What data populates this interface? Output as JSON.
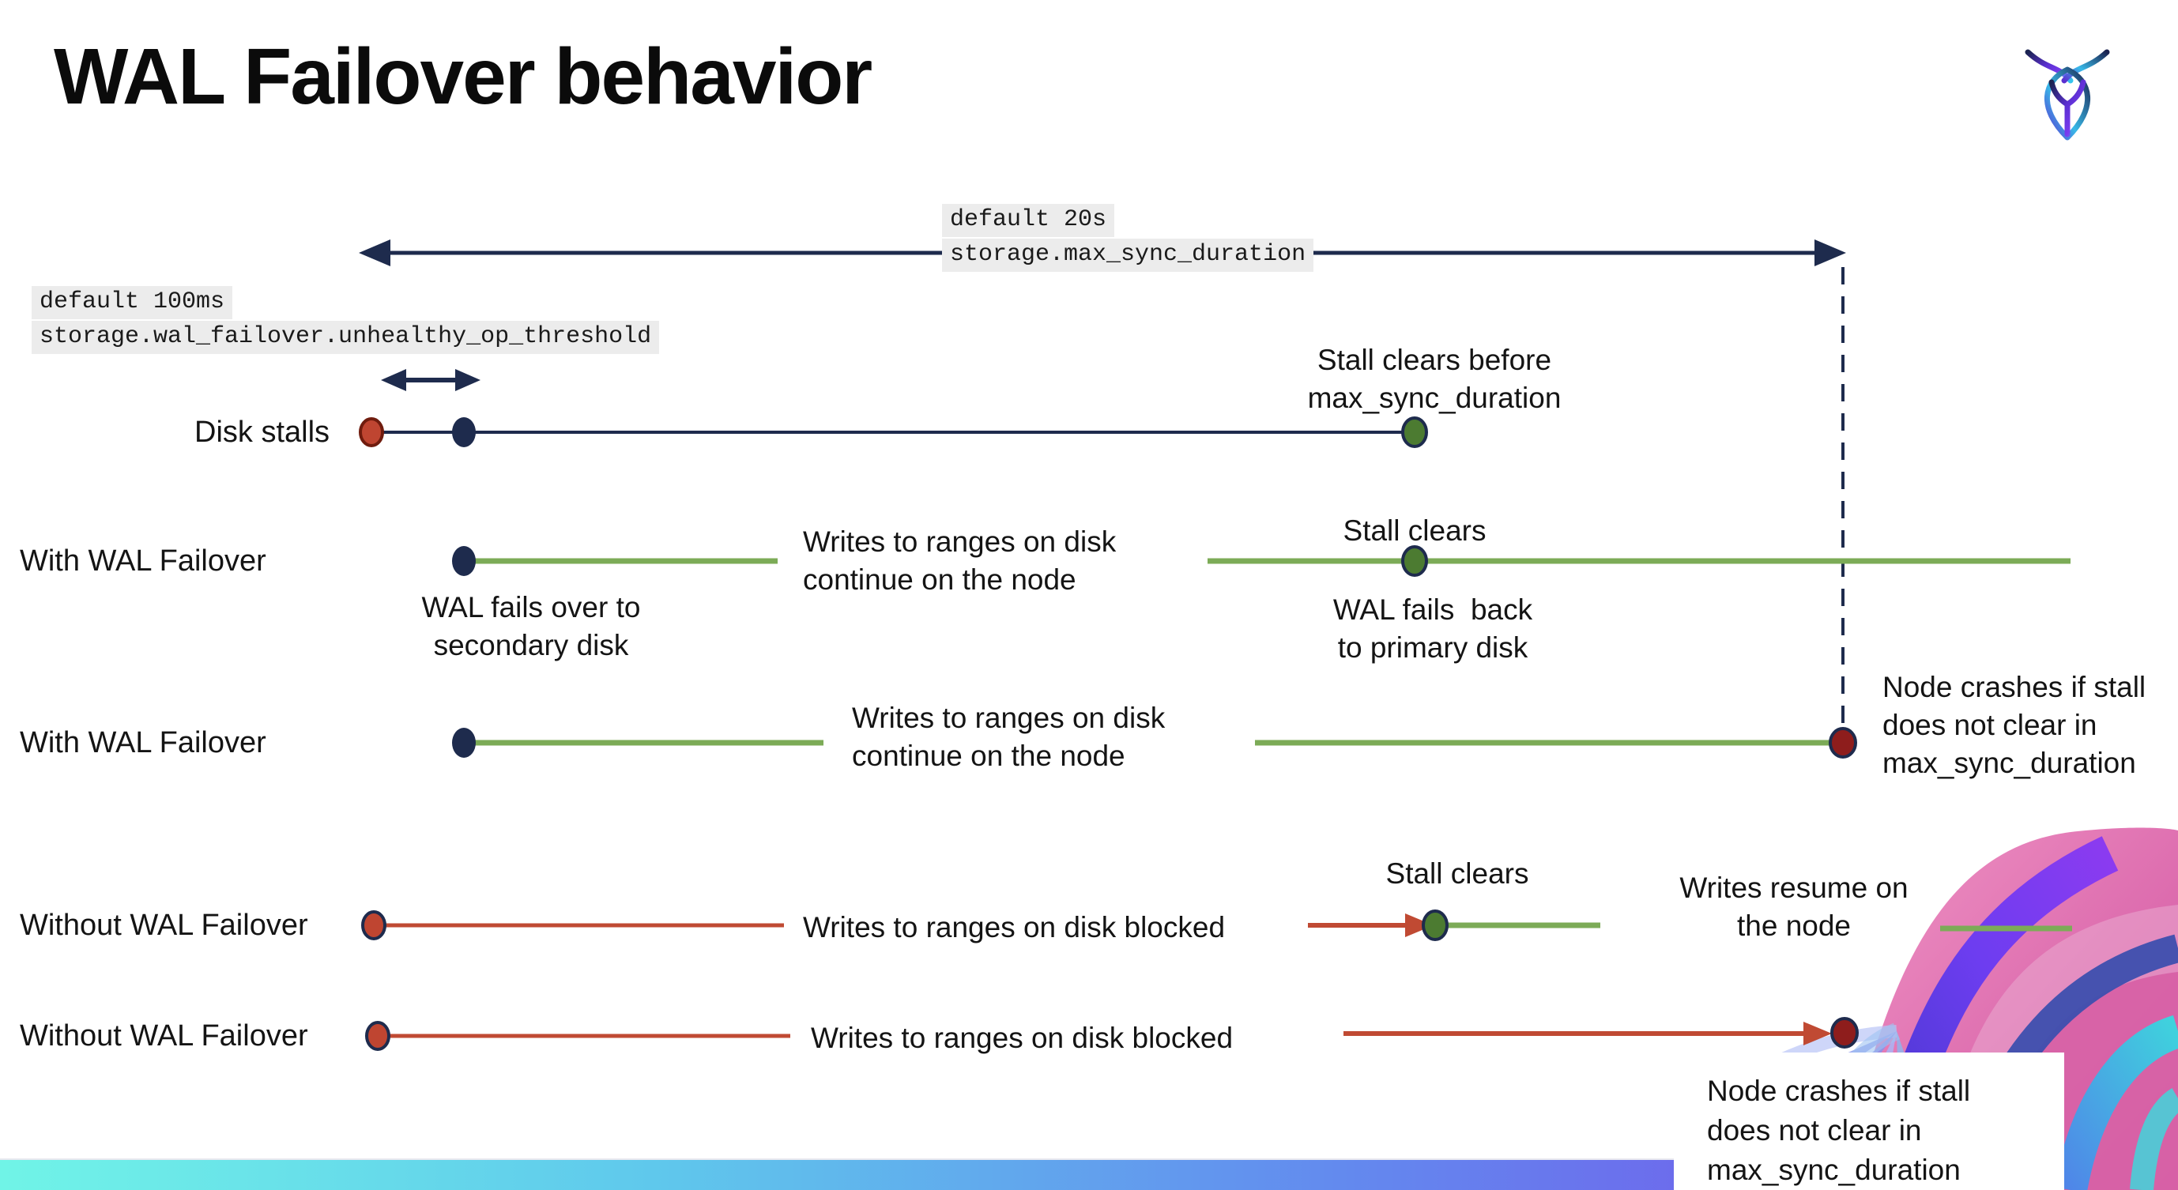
{
  "title": "WAL Failover behavior",
  "icons": {
    "logo": "cockroachdb-logo"
  },
  "config_labels": {
    "max_sync": [
      "default 20s",
      "storage.max_sync_duration"
    ],
    "unhealthy_op": [
      "default 100ms",
      "storage.wal_failover.unhealthy_op_threshold"
    ]
  },
  "rows": {
    "disk_stalls": {
      "label": "Disk stalls",
      "stall_clears_note": [
        "Stall clears before",
        "max_sync_duration"
      ]
    },
    "with_failover_1": {
      "label": "With WAL Failover",
      "failover_note": [
        "WAL fails over to",
        "secondary disk"
      ],
      "writes_note": [
        "Writes to ranges on disk",
        "continue on the node"
      ],
      "stall_clears": "Stall clears",
      "failback_note": [
        "WAL fails  back",
        "to primary disk"
      ]
    },
    "with_failover_2": {
      "label": "With WAL Failover",
      "writes_note": [
        "Writes to ranges on disk",
        "continue on the node"
      ],
      "crash_note": [
        "Node crashes if stall",
        "does not clear in",
        "max_sync_duration"
      ]
    },
    "without_failover_1": {
      "label": "Without WAL Failover",
      "blocked_note": "Writes to ranges on disk  blocked",
      "stall_clears": "Stall clears",
      "resume_note": [
        "Writes resume on",
        "the node"
      ]
    },
    "without_failover_2": {
      "label": "Without WAL Failover",
      "blocked_note": "Writes to ranges on disk  blocked",
      "crash_note": [
        "Node crashes if stall",
        "does not clear in",
        "max_sync_duration"
      ]
    }
  },
  "colors": {
    "navy": "#1e2b4d",
    "green_line": "#7cab57",
    "green_dot": "#4c7b31",
    "red": "#bf4531",
    "red_line": "#c04a33",
    "dark_red": "#8e1d1c",
    "code_bg": "#ececec",
    "bar_gradient": [
      "#70f4e7",
      "#6389ee",
      "#7e4be9"
    ]
  }
}
